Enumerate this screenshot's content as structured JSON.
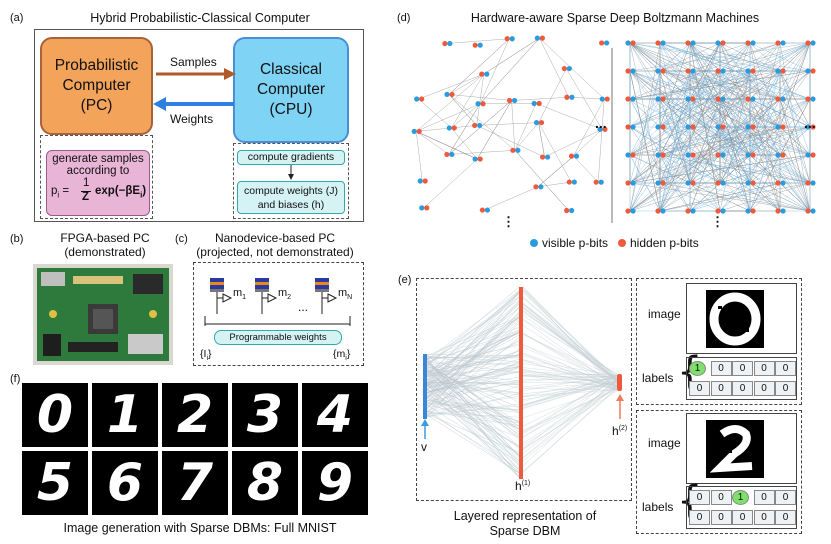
{
  "panel_a": {
    "tag": "(a)",
    "title": "Hybrid Probabilistic-Classical Computer",
    "pc_label": [
      "Probabilistic",
      "Computer",
      "(PC)"
    ],
    "cpu_label": [
      "Classical",
      "Computer",
      "(CPU)"
    ],
    "samples": "Samples",
    "weights": "Weights",
    "gen_text": [
      "generate samples",
      "according to"
    ],
    "formula_lhs": "p",
    "formula_sub": "i",
    "formula_eq": "=",
    "formula_num": "1",
    "formula_den": "Z",
    "formula_rhs": "exp(−βE",
    "formula_rhs_sub": "i",
    "formula_rhs_end": ")",
    "compute_gradients": "compute gradients",
    "compute_weights": [
      "compute weights (J)",
      "and biases (h)"
    ],
    "colors": {
      "pc": "#f4a45a",
      "cpu": "#7fd3f5",
      "samples_arrow": "#b05a2a",
      "weights_arrow": "#2f7fe0"
    }
  },
  "panel_b": {
    "tag": "(b)",
    "title": [
      "FPGA-based PC",
      "(demonstrated)"
    ]
  },
  "panel_c": {
    "tag": "(c)",
    "title": [
      "Nanodevice-based PC",
      "(projected, not demonstrated)"
    ],
    "m1": "m",
    "m1_sub": "1",
    "m2": "m",
    "m2_sub": "2",
    "mn": "m",
    "mn_sub": "N",
    "dots": "...",
    "programmable": "Programmable weights",
    "in_label": "{I",
    "in_sub": "i",
    "in_end": "}",
    "out_label": "{m",
    "out_sub": "i",
    "out_end": "}"
  },
  "panel_d": {
    "tag": "(d)",
    "title": "Hardware-aware Sparse Deep Boltzmann Machines",
    "ellipsis": "...",
    "vdots": "⋮",
    "legend_visible": "visible p-bits",
    "legend_hidden": "hidden p-bits",
    "colors": {
      "visible": "#2b9be0",
      "hidden": "#ef5a3c",
      "edges": "#8a8a8a"
    }
  },
  "panel_e": {
    "tag": "(e)",
    "v": "v",
    "h1": "h",
    "h1_sup": "(1)",
    "h2": "h",
    "h2_sup": "(2)",
    "caption": [
      "Layered representation of",
      "Sparse DBM"
    ],
    "image_label": "image",
    "labels_label": "labels",
    "labels_top": {
      "row1": [
        "1",
        "0",
        "0",
        "0",
        "0"
      ],
      "row2": [
        "0",
        "0",
        "0",
        "0",
        "0"
      ]
    },
    "labels_bottom": {
      "row1": [
        "0",
        "0",
        "1",
        "0",
        "0"
      ],
      "row2": [
        "0",
        "0",
        "0",
        "0",
        "0"
      ]
    },
    "colors": {
      "v_bar": "#3a86d8",
      "h1_bar": "#ef5a3c",
      "h2_bar": "#ef5a3c",
      "active": "#7ee06a"
    }
  },
  "panel_f": {
    "tag": "(f)",
    "caption": "Image generation with Sparse DBMs: Full MNIST",
    "row1_digits": [
      "0",
      "1",
      "2",
      "3",
      "4"
    ],
    "row2_digits": [
      "5",
      "6",
      "7",
      "8",
      "9"
    ]
  }
}
